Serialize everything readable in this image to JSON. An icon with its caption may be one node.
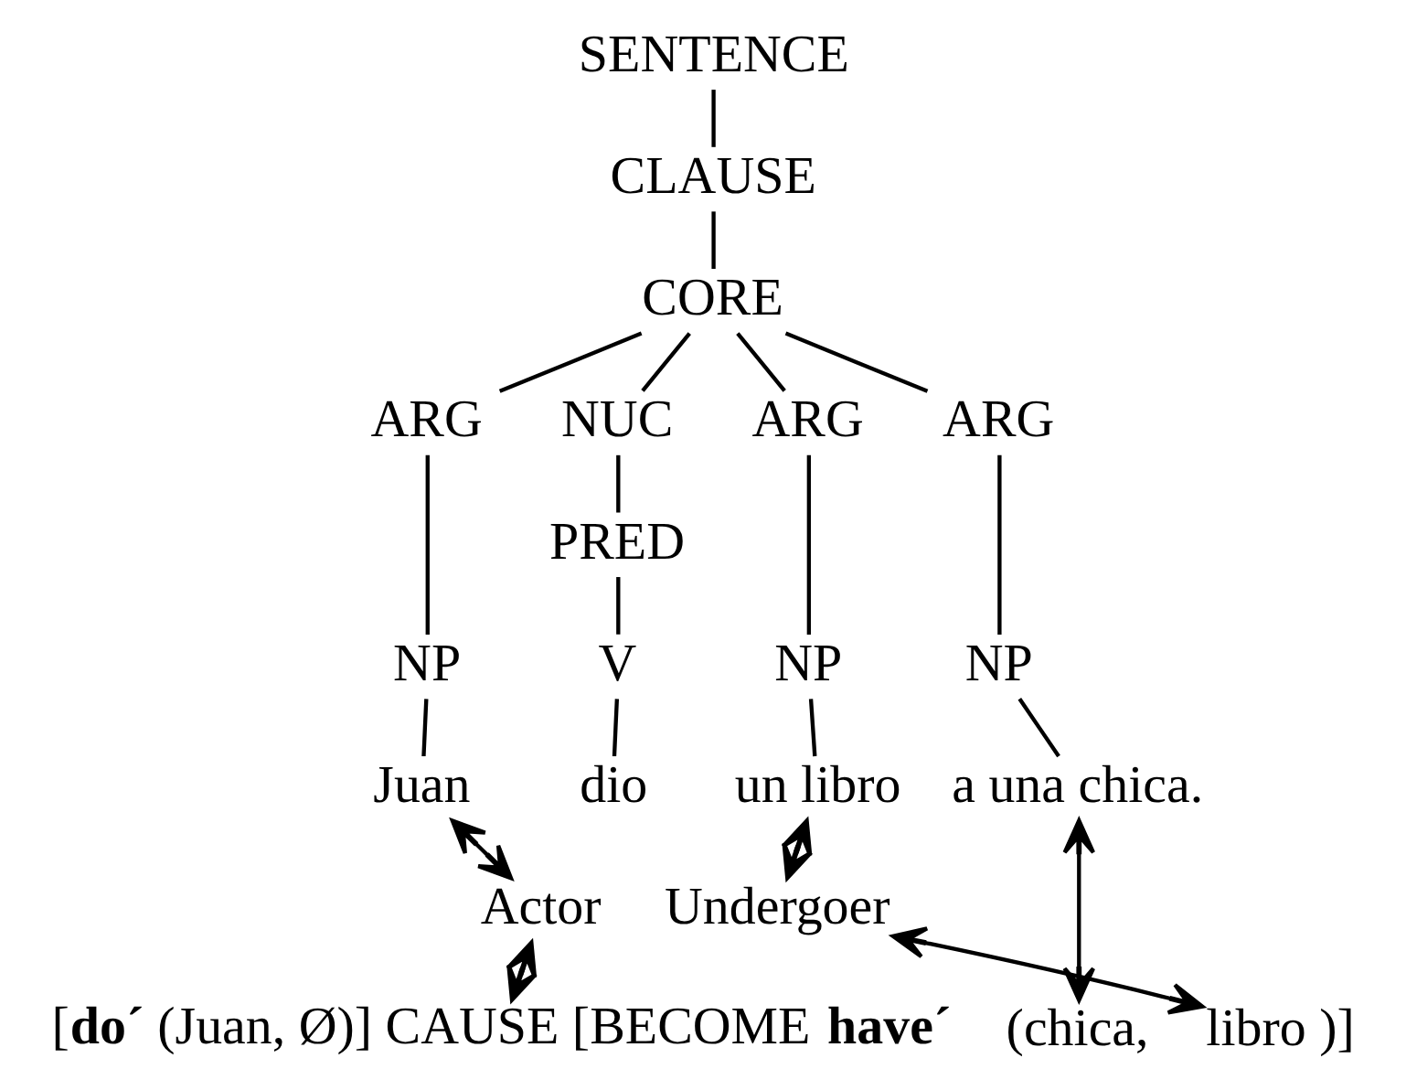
{
  "diagram": {
    "nodes": [
      {
        "text": [
          "SENTENCE"
        ]
      },
      {
        "text": [
          "CLAUSE"
        ]
      },
      {
        "text": [
          "CORE"
        ]
      },
      {
        "text": [
          "ARG"
        ]
      },
      {
        "text": [
          "NUC"
        ]
      },
      {
        "text": [
          "ARG"
        ]
      },
      {
        "text": [
          "ARG"
        ]
      },
      {
        "text": [
          "PRED"
        ]
      },
      {
        "text": [
          "NP"
        ]
      },
      {
        "text": [
          "V"
        ]
      },
      {
        "text": [
          "NP"
        ]
      },
      {
        "text": [
          "NP"
        ]
      },
      {
        "text": [
          "Juan"
        ]
      },
      {
        "text": [
          "dio"
        ]
      },
      {
        "text": [
          "un libro"
        ]
      },
      {
        "text": [
          "a una chica."
        ]
      },
      {
        "text": [
          "Actor"
        ]
      },
      {
        "text": [
          "Undergoer"
        ]
      },
      {
        "text": [
          "[**do´** (Juan, Ø)] CAUSE [BECOME **have´**"
        ]
      },
      {
        "text": [
          "(chica,"
        ]
      },
      {
        "text": [
          "libro )]"
        ]
      }
    ],
    "edges": [
      {
        "from": 0,
        "to": 1,
        "arrow": "none"
      },
      {
        "from": 1,
        "to": 2,
        "arrow": "none"
      },
      {
        "from": 2,
        "to": 3,
        "arrow": "none"
      },
      {
        "from": 2,
        "to": 4,
        "arrow": "none"
      },
      {
        "from": 2,
        "to": 5,
        "arrow": "none"
      },
      {
        "from": 2,
        "to": 6,
        "arrow": "none"
      },
      {
        "from": 3,
        "to": 8,
        "arrow": "none"
      },
      {
        "from": 4,
        "to": 7,
        "arrow": "none"
      },
      {
        "from": 7,
        "to": 9,
        "arrow": "none"
      },
      {
        "from": 5,
        "to": 10,
        "arrow": "none"
      },
      {
        "from": 6,
        "to": 11,
        "arrow": "none"
      },
      {
        "from": 8,
        "to": 12,
        "arrow": "none"
      },
      {
        "from": 9,
        "to": 13,
        "arrow": "none"
      },
      {
        "from": 10,
        "to": 14,
        "arrow": "none"
      },
      {
        "from": 11,
        "to": 15,
        "arrow": "none"
      },
      {
        "from": 12,
        "to": 16,
        "arrow": "both"
      },
      {
        "from": 16,
        "to": 18,
        "arrow": "both"
      },
      {
        "from": 14,
        "to": 17,
        "arrow": "both"
      },
      {
        "from": 15,
        "to": 19,
        "arrow": "both"
      },
      {
        "from": 17,
        "to": 20,
        "arrow": "both"
      }
    ]
  }
}
